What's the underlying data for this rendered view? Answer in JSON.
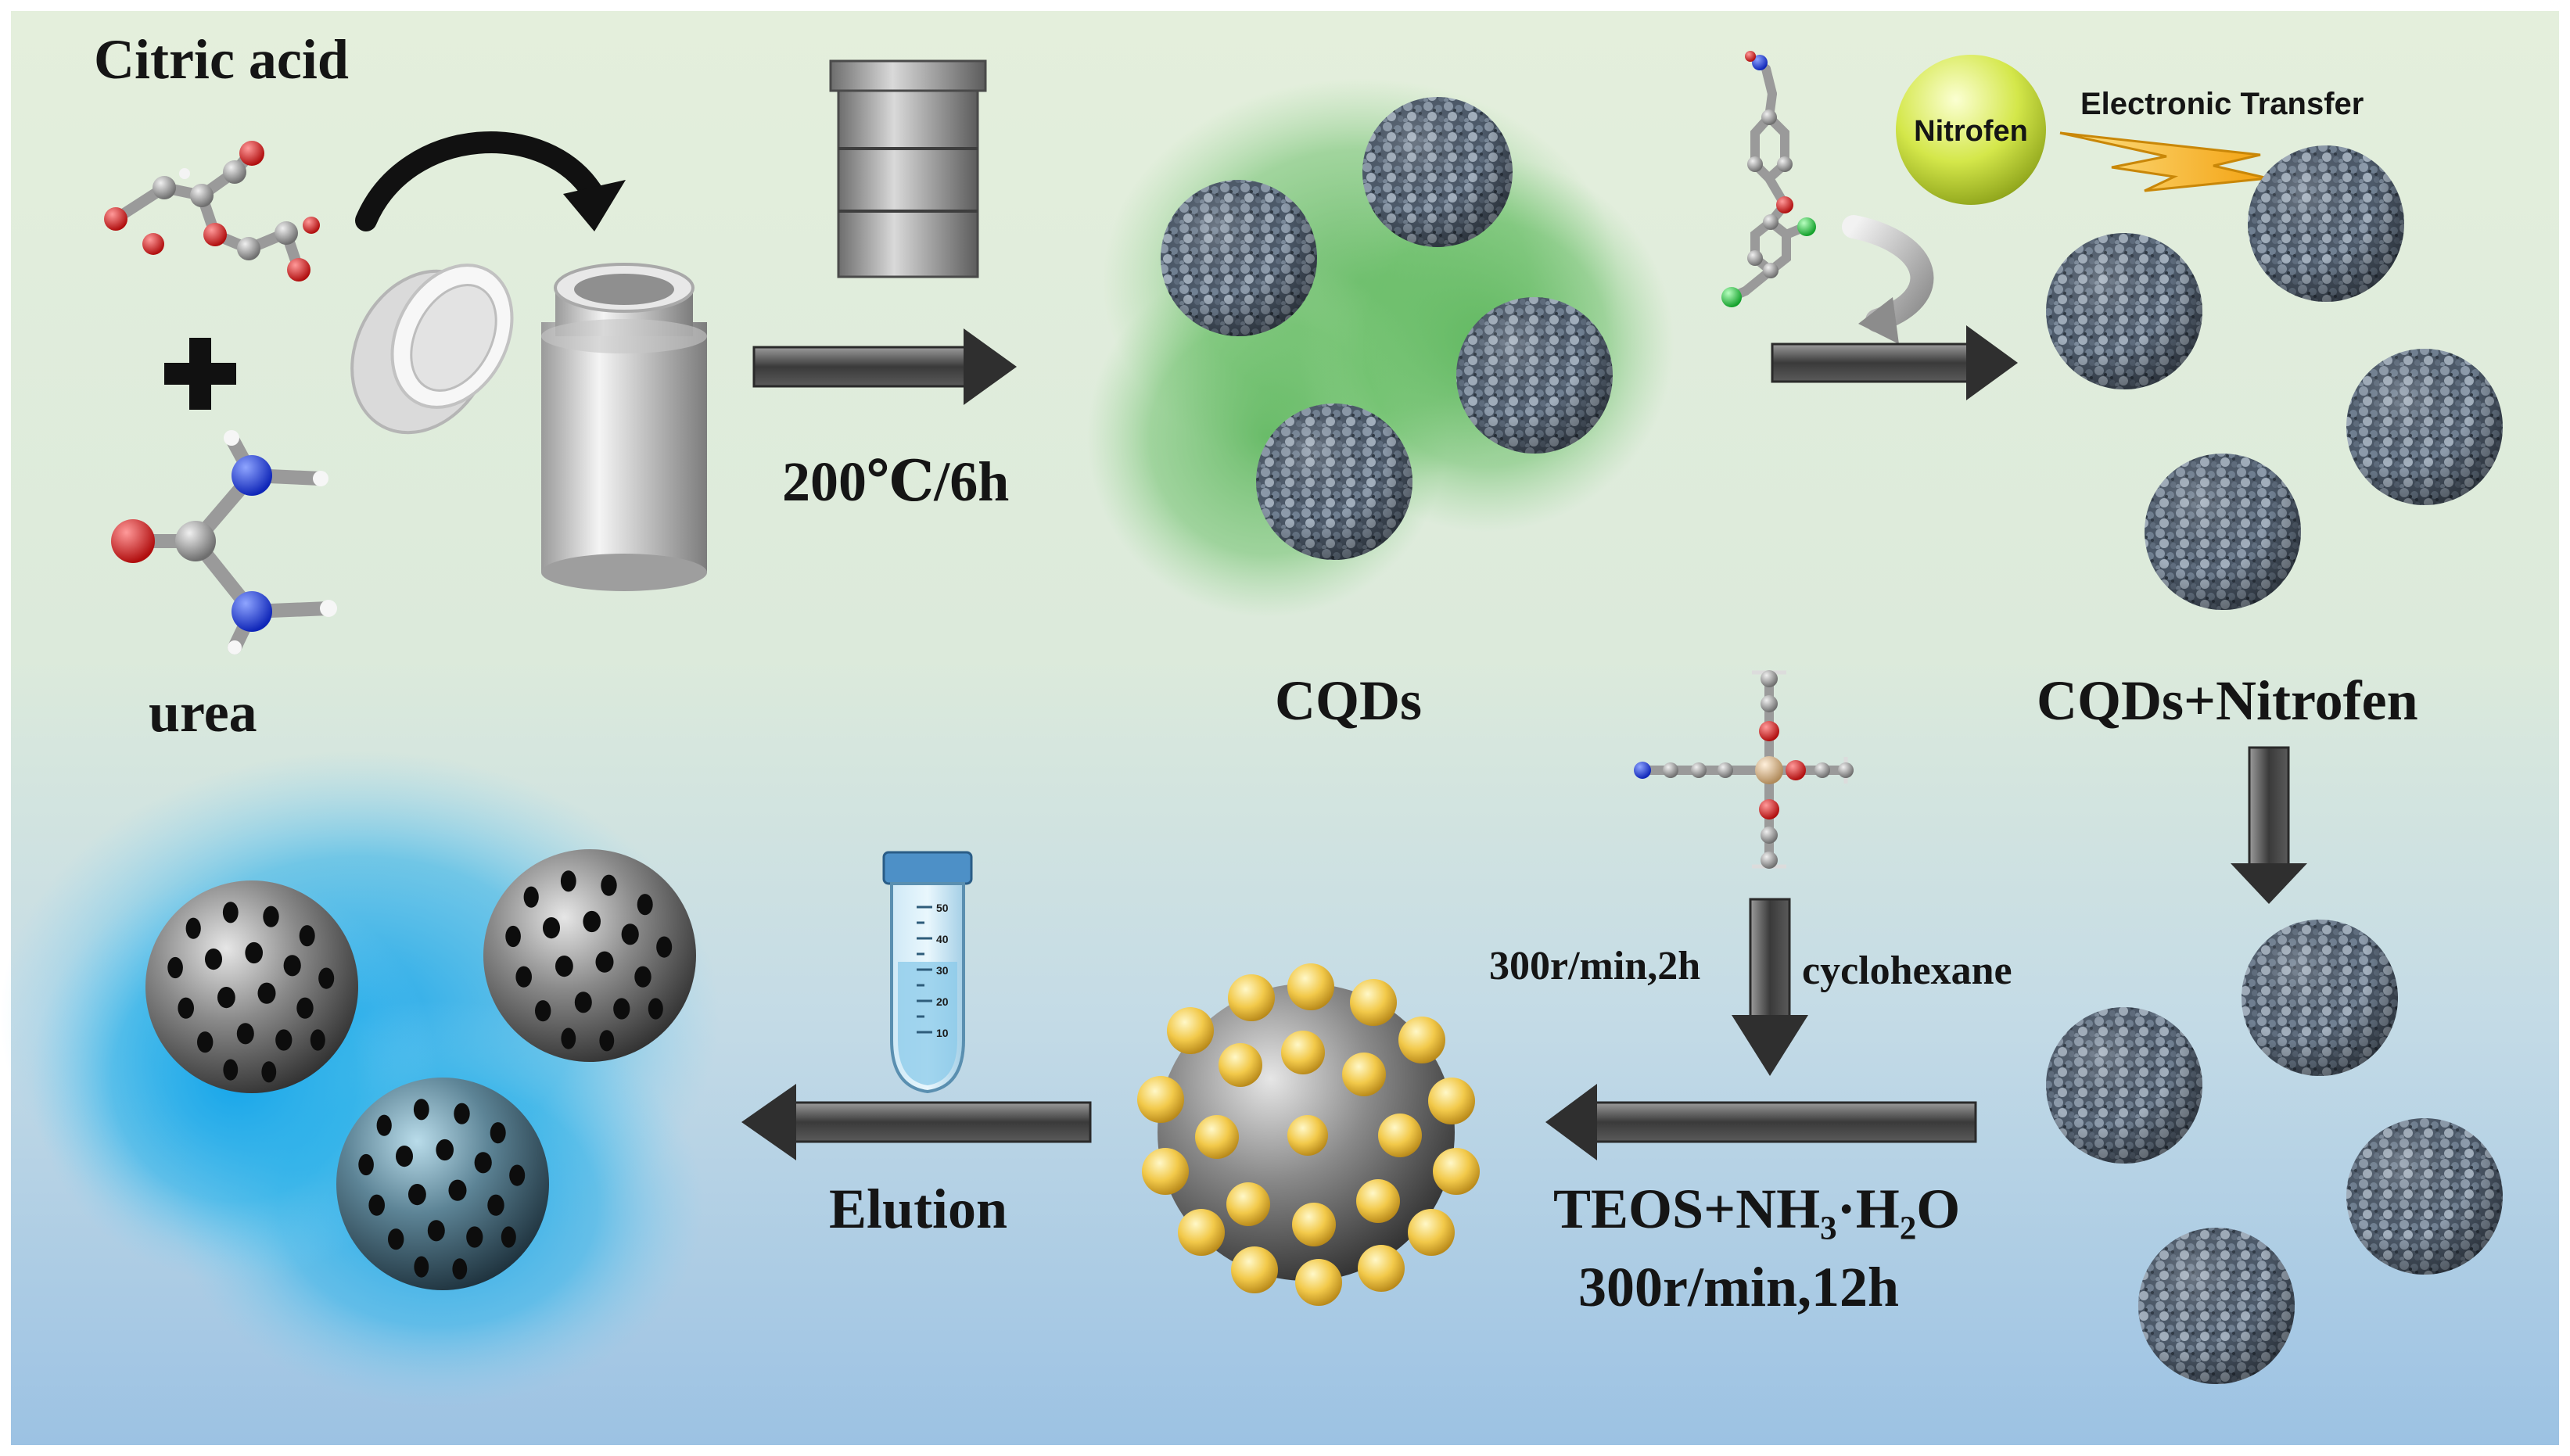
{
  "labels": {
    "citric_acid": "Citric acid",
    "urea": "urea",
    "temp_time": "200℃/6h",
    "cqds": "CQDs",
    "nitrofen_sphere": "Nitrofen",
    "electronic_transfer": "Electronic Transfer",
    "cqds_nitrofen": "CQDs+Nitrofen",
    "stir_2h": "300r/min,2h",
    "cyclohexane": "cyclohexane",
    "teos": "TEOS+NH₃·H₂O",
    "stir_12h": "300r/min,12h",
    "elution": "Elution"
  },
  "tube_scale": [
    "50",
    "40",
    "30",
    "20",
    "10"
  ],
  "colors": {
    "bg_top": "#e3eedb",
    "bg_bottom": "#9fc3e2",
    "cqd_glow": "#58b458",
    "mip_glow": "#2aaee6",
    "arrow_dark": "#3c3c3c",
    "oxygen": "#d81e1e",
    "nitrogen": "#1e3ed8",
    "chlorine": "#2fd040",
    "carbon": "#9a9a9a",
    "silicon": "#d8b98f",
    "nitrofen_sphere": "#d9ec56",
    "bolt": "#f5b21c",
    "template_bump": "#f2c94a"
  },
  "icons": {
    "plus": "plus-icon",
    "reactor": "teflon-reactor-icon",
    "autoclave": "autoclave-icon",
    "bolt": "lightning-bolt-icon",
    "tube": "centrifuge-tube-icon"
  }
}
